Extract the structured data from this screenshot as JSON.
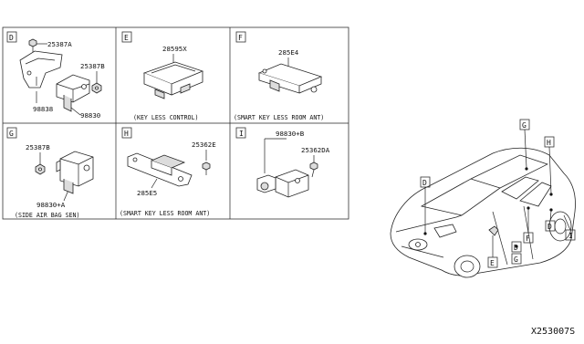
{
  "panels": {
    "D": {
      "letter": "D",
      "parts": [
        "25387A",
        "25387B",
        "98838",
        "98830"
      ]
    },
    "E": {
      "letter": "E",
      "parts": [
        "28595X"
      ],
      "caption": "(KEY LESS CONTROL)"
    },
    "F": {
      "letter": "F",
      "parts": [
        "285E4"
      ],
      "caption": "(SMART KEY LESS ROOM ANT)"
    },
    "G": {
      "letter": "G",
      "parts": [
        "25387B",
        "98830+A"
      ],
      "caption": "(SIDE AIR BAG SEN)"
    },
    "H": {
      "letter": "H",
      "parts": [
        "25362E",
        "285E5"
      ],
      "caption": "(SMART KEY LESS ROOM ANT)"
    },
    "I": {
      "letter": "I",
      "parts": [
        "98830+B",
        "25362DA"
      ]
    }
  },
  "car_callouts": [
    "G",
    "H",
    "D",
    "E",
    "F",
    "D",
    "G",
    "D",
    "I"
  ],
  "figure_id": "X253007S"
}
